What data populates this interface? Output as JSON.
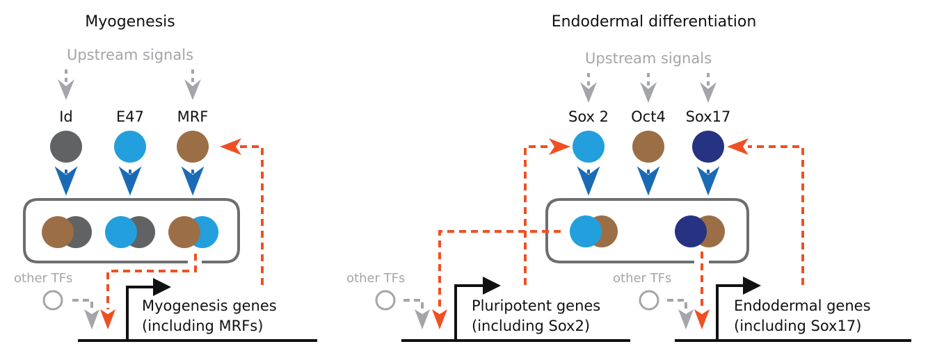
{
  "colors": {
    "id_grey": "#616264",
    "e47_lightblue": "#229fdc",
    "mrf_brown": "#9c6e45",
    "sox17_navy": "#253382",
    "arrow_blue": "#1b6ab5",
    "feedback_orange": "#ef5023",
    "signal_grey": "#a3a5a8",
    "box_grey": "#6d6e70",
    "gene_black": "#111111"
  },
  "panels": [
    {
      "title": "Myogenesis",
      "upstream_label": "Upstream signals",
      "tfs": [
        {
          "label": "Id",
          "color": "#616264",
          "upstream": true
        },
        {
          "label": "E47",
          "color": "#229fdc",
          "upstream": false
        },
        {
          "label": "MRF",
          "color": "#9c6e45",
          "upstream": true
        }
      ],
      "complexes": [
        {
          "front": "#9c6e45",
          "back": "#616264"
        },
        {
          "front": "#229fdc",
          "back": "#616264"
        },
        {
          "front": "#9c6e45",
          "back": "#229fdc"
        }
      ],
      "other_tfs_label": "other TFs",
      "genes": [
        {
          "line1": "Myogenesis genes",
          "line2": "(including MRFs)"
        }
      ]
    },
    {
      "title": "Endodermal differentiation",
      "upstream_label": "Upstream signals",
      "tfs": [
        {
          "label": "Sox 2",
          "color": "#229fdc",
          "upstream": true
        },
        {
          "label": "Oct4",
          "color": "#9c6e45",
          "upstream": true
        },
        {
          "label": "Sox17",
          "color": "#253382",
          "upstream": true
        }
      ],
      "complexes": [
        {
          "front": "#229fdc",
          "back": "#9c6e45"
        },
        {
          "front": "#253382",
          "back": "#9c6e45"
        }
      ],
      "other_tfs_label": "other TFs",
      "genes": [
        {
          "line1": "Pluripotent genes",
          "line2": "(including Sox2)"
        },
        {
          "line1": "Endodermal genes",
          "line2": "(including Sox17)"
        }
      ]
    }
  ]
}
